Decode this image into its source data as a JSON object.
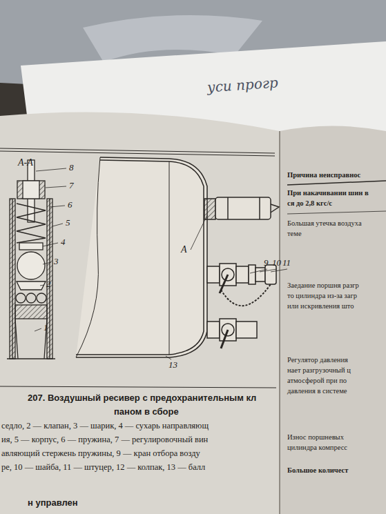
{
  "diagram": {
    "caption": "207. Воздушный ресивер с предохранительным кл",
    "labels": [
      "А-А",
      "8",
      "7",
      "6",
      "5",
      "4",
      "3",
      "2",
      "1",
      "А",
      "9",
      "10",
      "11",
      "13",
      "паном в сборе",
      "седло, 2 — клапан, 3 — шарик, 4 — сухарь направляющ",
      "ия, 5 — корпус, 6 — пружина, 7 — регулировочный вин",
      "авляющий стержень пружины, 9 — кран отбора возду",
      "ре, 10 — шайба, 11 — штуцер, 12 — колпак, 13 — балл",
      "н управлен",
      "уси прогр",
      "Причина неисправнос",
      "При накачивании шин в",
      "ся до 2,8 кгс/с",
      "Большая утечка воздуха",
      "теме",
      "Заедание поршня разгр",
      "то цилиндра из-за загр",
      "или искривления што",
      "Регулятор давления",
      "нает разгрузочный ц",
      "атмосферой при по",
      "давления в системе",
      "Износ поршневых",
      "цилиндра компресс",
      "Большое количест"
    ]
  }
}
